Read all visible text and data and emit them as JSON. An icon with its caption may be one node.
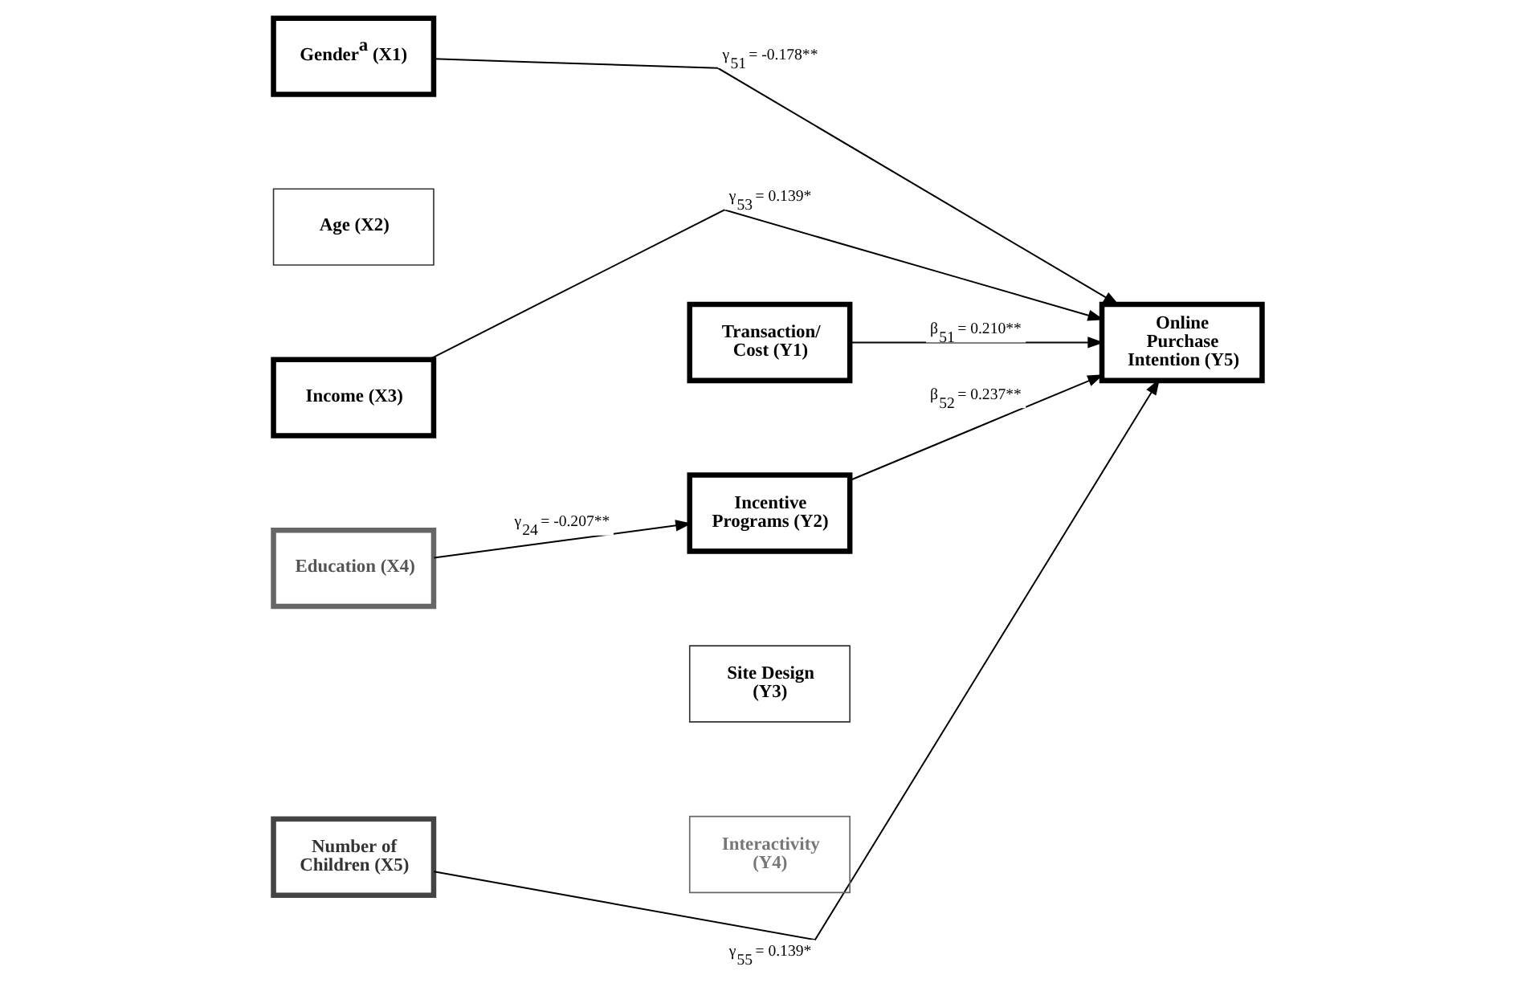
{
  "diagram": {
    "nodes": [
      {
        "text": [
          "Gender$^{a}$ (X1)"
        ]
      },
      {
        "text": [
          "Transaction/ Cost (Y1)"
        ]
      },
      {
        "text": [
          "Age (X2)"
        ]
      },
      {
        "text": [
          "Incentive Programs (Y2)"
        ]
      },
      {
        "text": [
          "Income (X3)"
        ]
      },
      {
        "text": [
          "Online Purchase Intention (Y5)"
        ]
      },
      {
        "text": [
          "Site Design (Y3)"
        ]
      },
      {
        "text": [
          "Education (X4)"
        ]
      },
      {
        "text": [
          "Interactivity (Y4)"
        ]
      },
      {
        "text": [
          "Number of Children (X5)"
        ]
      }
    ],
    "edges": [
      {
        "from": 0,
        "to": 5,
        "arrow": "to",
        "label": "γ$_{51}$ = -0.178**"
      },
      {
        "from": 1,
        "to": 5,
        "arrow": "to",
        "label": "β$_{51}$ = 0.210**"
      },
      {
        "from": 3,
        "to": 5,
        "arrow": "to",
        "label": "β$_{52}$ = 0.237**"
      },
      {
        "from": 4,
        "to": 5,
        "arrow": "to",
        "label": "γ$_{53}$ = 0.139*"
      },
      {
        "from": 7,
        "to": 3,
        "arrow": "to",
        "label": "γ$_{24}$ = -0.207**"
      },
      {
        "from": 9,
        "to": 5,
        "arrow": "to",
        "label": "γ$_{55}$ = 0.139*"
      }
    ]
  }
}
